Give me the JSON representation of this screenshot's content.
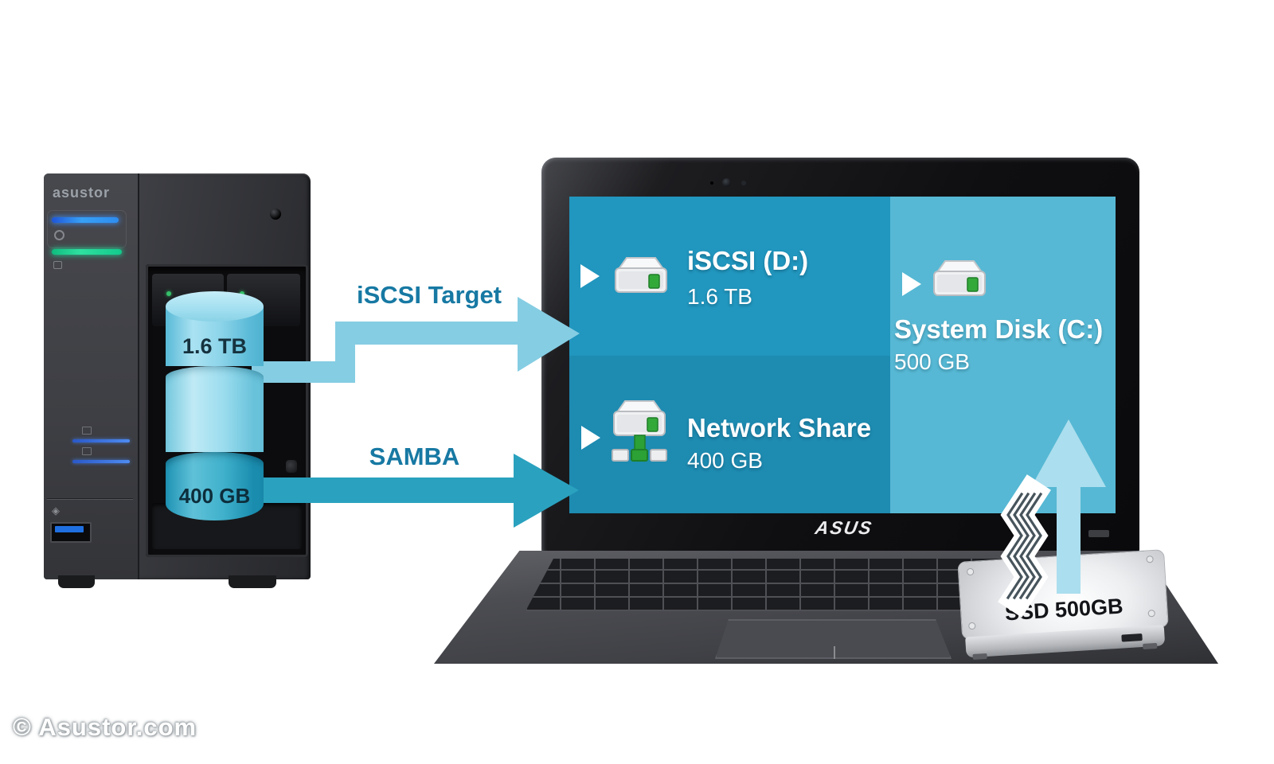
{
  "page": {
    "copyright": "© Asustor.com",
    "background": "#ffffff"
  },
  "nas": {
    "brand": "asustor",
    "disks": [
      {
        "label": "1.6 TB",
        "color": "#8ed5ea"
      },
      {
        "label": "400 GB",
        "color": "#3fb0cb"
      }
    ],
    "status_leds": {
      "power": "#37a0f5",
      "status": "#2fe0a0"
    }
  },
  "connections": [
    {
      "label": "iSCSI Target",
      "arrow_color": "#85cde3",
      "label_color": "#1779a3"
    },
    {
      "label": "SAMBA",
      "arrow_color": "#2aa2bf",
      "label_color": "#1779a3"
    }
  ],
  "laptop": {
    "brand": "ASUS",
    "screen_panels": [
      {
        "title": "iSCSI (D:)",
        "size": "1.6 TB",
        "background": "#2196be"
      },
      {
        "title": "Network Share",
        "size": "400 GB",
        "background": "#1e8bb1"
      },
      {
        "title": "System Disk (C:)",
        "size": "500 GB",
        "background": "#56b8d4"
      }
    ]
  },
  "ssd": {
    "label": "SSD 500GB",
    "upgrade_arrow_color": "#abdeee"
  },
  "icons": {
    "play_triangle": "white right-pointing triangle",
    "hard_drive": "3d hard drive with green led",
    "network_drive": "hard drive with green network base",
    "zigzag_ribbon": "white zigzag data-transfer ribbon",
    "power": "power circle glyph",
    "usb": "usb 3.0 blue port"
  }
}
